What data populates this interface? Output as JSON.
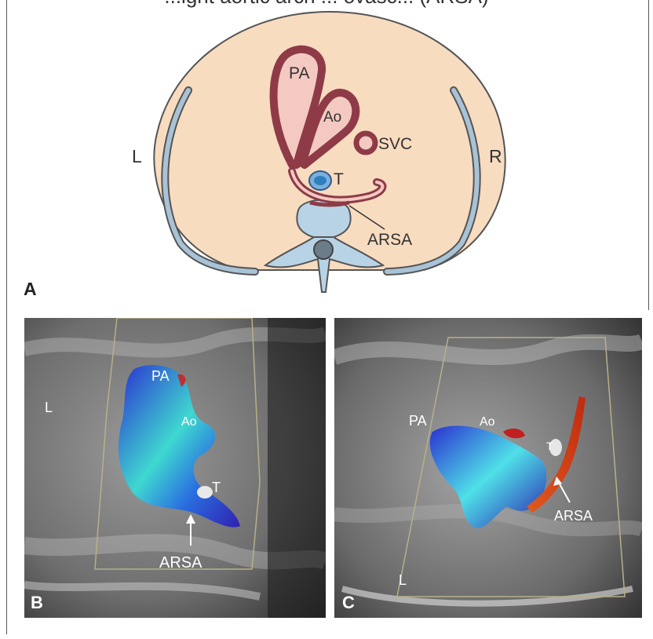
{
  "caption_fragment": "...ight aortic arch ... ovasc... (ARSA)",
  "panel_a": {
    "letter": "A",
    "labels": {
      "pa": "PA",
      "ao": "Ao",
      "svc": "SVC",
      "t": "T",
      "arsa": "ARSA",
      "left": "L",
      "right": "R"
    }
  },
  "panel_b": {
    "letter": "B",
    "labels": {
      "pa": "PA",
      "ao": "Ao",
      "t": "T",
      "arsa": "ARSA",
      "l_mark": "L"
    }
  },
  "panel_c": {
    "letter": "C",
    "labels": {
      "pa": "PA",
      "ao": "Ao",
      "t": "T",
      "arsa": "ARSA",
      "l_mark": "L"
    }
  },
  "colors": {
    "body": "#f8dcc0",
    "vessel": "#8e3b47",
    "vessel_fill": "#f4c9c2",
    "rib": "#a9c3d6",
    "spine": "#b8d3e6",
    "trachea": "#2f7fbf",
    "doppler_blue": "#2a2fd0",
    "doppler_cyan": "#3fd8d0",
    "doppler_red": "#e0401e"
  }
}
